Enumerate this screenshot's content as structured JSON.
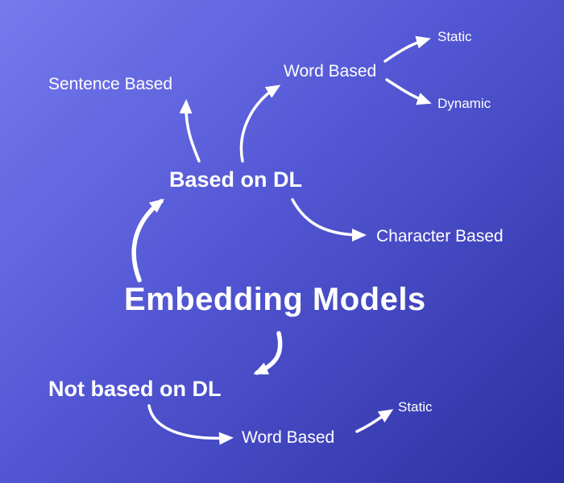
{
  "diagram": {
    "title": "Embedding Models mind map",
    "colors": {
      "background_start": "#767aee",
      "background_end": "#2c2fa0",
      "text": "#ffffff",
      "arrow": "#ffffff"
    },
    "nodes": {
      "root": {
        "label": "Embedding Models"
      },
      "based_on_dl": {
        "label": "Based on DL"
      },
      "not_based_on_dl": {
        "label": "Not based on DL"
      },
      "sentence_based": {
        "label": "Sentence Based"
      },
      "word_based_top": {
        "label": "Word Based"
      },
      "static_top": {
        "label": "Static"
      },
      "dynamic": {
        "label": "Dynamic"
      },
      "character_based": {
        "label": "Character Based"
      },
      "word_based_bottom": {
        "label": "Word Based"
      },
      "static_bottom": {
        "label": "Static"
      }
    },
    "edges": [
      {
        "from": "root",
        "to": "based_on_dl"
      },
      {
        "from": "based_on_dl",
        "to": "sentence_based"
      },
      {
        "from": "based_on_dl",
        "to": "word_based_top"
      },
      {
        "from": "based_on_dl",
        "to": "character_based"
      },
      {
        "from": "word_based_top",
        "to": "static_top"
      },
      {
        "from": "word_based_top",
        "to": "dynamic"
      },
      {
        "from": "root",
        "to": "not_based_on_dl"
      },
      {
        "from": "not_based_on_dl",
        "to": "word_based_bottom"
      },
      {
        "from": "word_based_bottom",
        "to": "static_bottom"
      }
    ]
  }
}
